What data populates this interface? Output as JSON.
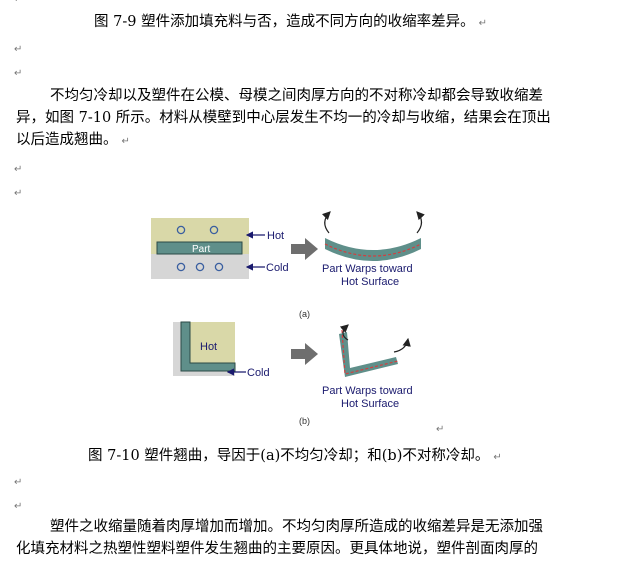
{
  "caption_79": "图 7-9    塑件添加填充料与否，造成不同方向的收缩率差异。",
  "paragraph_1": {
    "lines": [
      "不均匀冷却以及塑件在公模、母模之间肉厚方向的不对称冷却都会导致收缩差",
      "异，如图 7-10 所示。材料从模壁到中心层发生不均一的冷却与收缩，结果会在顶出",
      "以后造成翘曲。"
    ]
  },
  "figure_a": {
    "part_label": "Part",
    "hot_label": "Hot",
    "cold_label": "Cold",
    "warp_line1": "Part Warps toward",
    "warp_line2": "Hot Surface",
    "sub_label": "(a)"
  },
  "figure_b": {
    "hot_label": "Hot",
    "cold_label": "Cold",
    "warp_line1": "Part Warps toward",
    "warp_line2": "Hot Surface",
    "sub_label": "(b)"
  },
  "caption_710": "图 7-10    塑件翘曲，导因于(a)不均匀冷却；和(b)不对称冷却。",
  "paragraph_2": {
    "lines": [
      "塑件之收缩量随着肉厚增加而增加。不均匀肉厚所造成的收缩差异是无添加强",
      "化填充材料之热塑性塑料塑件发生翘曲的主要原因。更具体地说，塑件剖面肉厚的"
    ]
  },
  "colors": {
    "part_fill": "#5f8f8a",
    "hot_mold": "#d9d8a8",
    "cold_mold": "#d6d6d6",
    "arrow_gray": "#6e6e6e",
    "outline_red": "#d04040",
    "label_navy": "#1a1a6e"
  }
}
